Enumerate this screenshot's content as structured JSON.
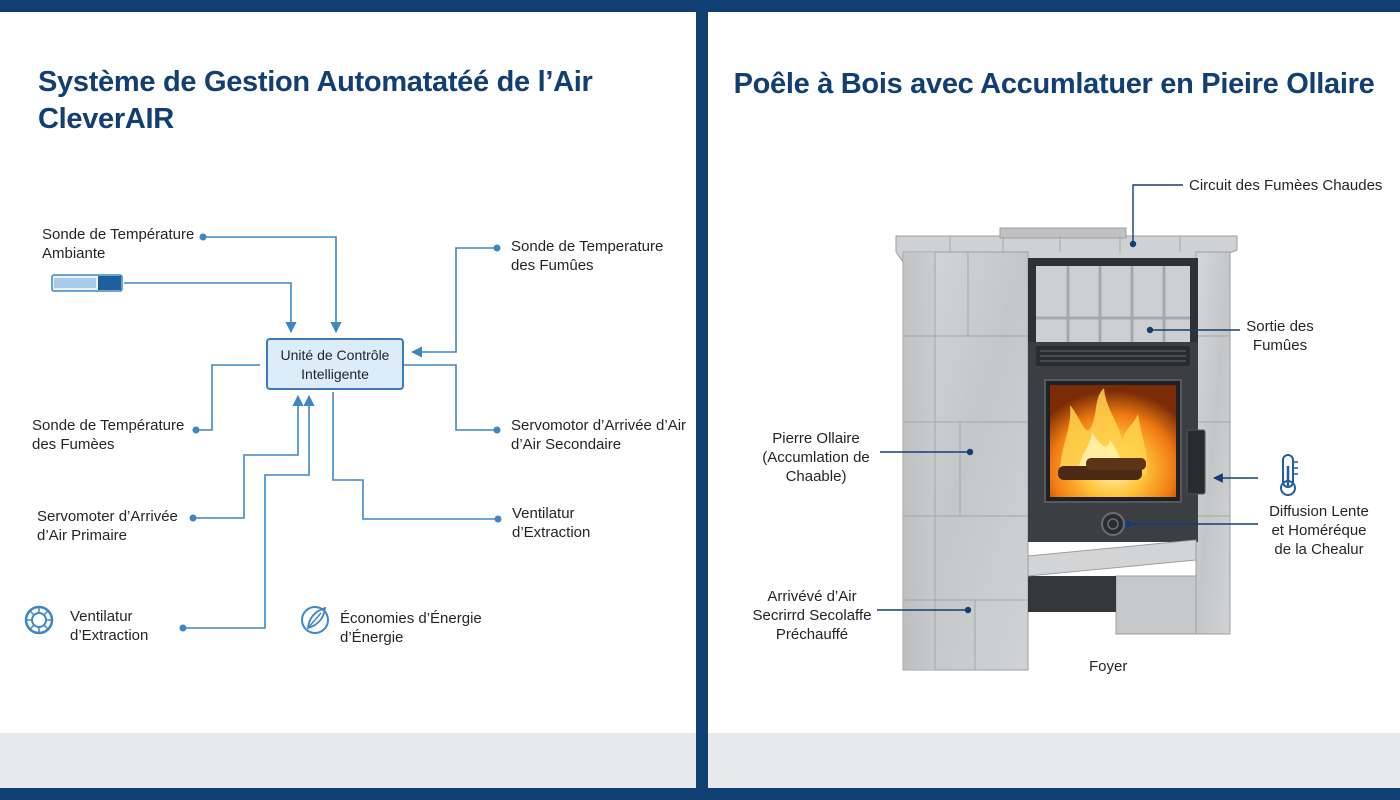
{
  "left_panel": {
    "title_line1": "Système de Gestion Automatatéé de l’Air",
    "title_line2": "CleverAIR",
    "control_unit": {
      "line1": "Unité de Contrôle",
      "line2": "Intelligente"
    },
    "labels": {
      "sonde_ambiante": {
        "line1": "Sonde de Température",
        "line2": "Ambiante"
      },
      "sonde_fumues_right": {
        "line1": "Sonde de Temperature",
        "line2": "des Fumûes"
      },
      "sonde_fumees_left": {
        "line1": "Sonde de Température",
        "line2": "des Fumèes"
      },
      "servo_secondaire": {
        "line1": "Servomotor d’Arrivée d’Air",
        "line2": "d’Air Secondaire"
      },
      "servo_primaire": {
        "line1": "Servomoter d’Arrivée",
        "line2": "d’Air Primaire"
      },
      "ventilateur_right": {
        "line1": "Ventilatur",
        "line2": "d’Extraction"
      },
      "ventilateur_bottom": {
        "line1": "Ventilatur",
        "line2": "d’Extraction"
      },
      "economies": {
        "line1": "Économies d’Énergie",
        "line2": "d’Énergie"
      }
    },
    "icons": [
      "temperature-bar-gauge-icon",
      "fan-ring-icon",
      "leaf-energy-icon"
    ],
    "accent_color": "#3f86c6"
  },
  "right_panel": {
    "title": "Poêle à Bois avec Accumlatuer en Pieire Ollaire",
    "labels": {
      "circuit": "Circuit des Fumèes Chaudes",
      "sortie": {
        "line1": "Sortie des",
        "line2": "Fumûes"
      },
      "pierre": {
        "line1": "Pierre Ollaire",
        "line2": "(Accumlation de",
        "line3": "Chaable)"
      },
      "diffusion": {
        "line1": "Diffusion Lente",
        "line2": "et Homéréque",
        "line3": "de la Chealur"
      },
      "arrivee": {
        "line1": "Arrivévé d’Air",
        "line2": "Secrirrd Secolaffe",
        "line3": "Préchauffé"
      },
      "foyer": "Foyer"
    },
    "icons": [
      "thermometer-icon"
    ],
    "stone_color": "#c9cbcd",
    "iron_color": "#3b3e42"
  },
  "frame_color": "#123f73"
}
